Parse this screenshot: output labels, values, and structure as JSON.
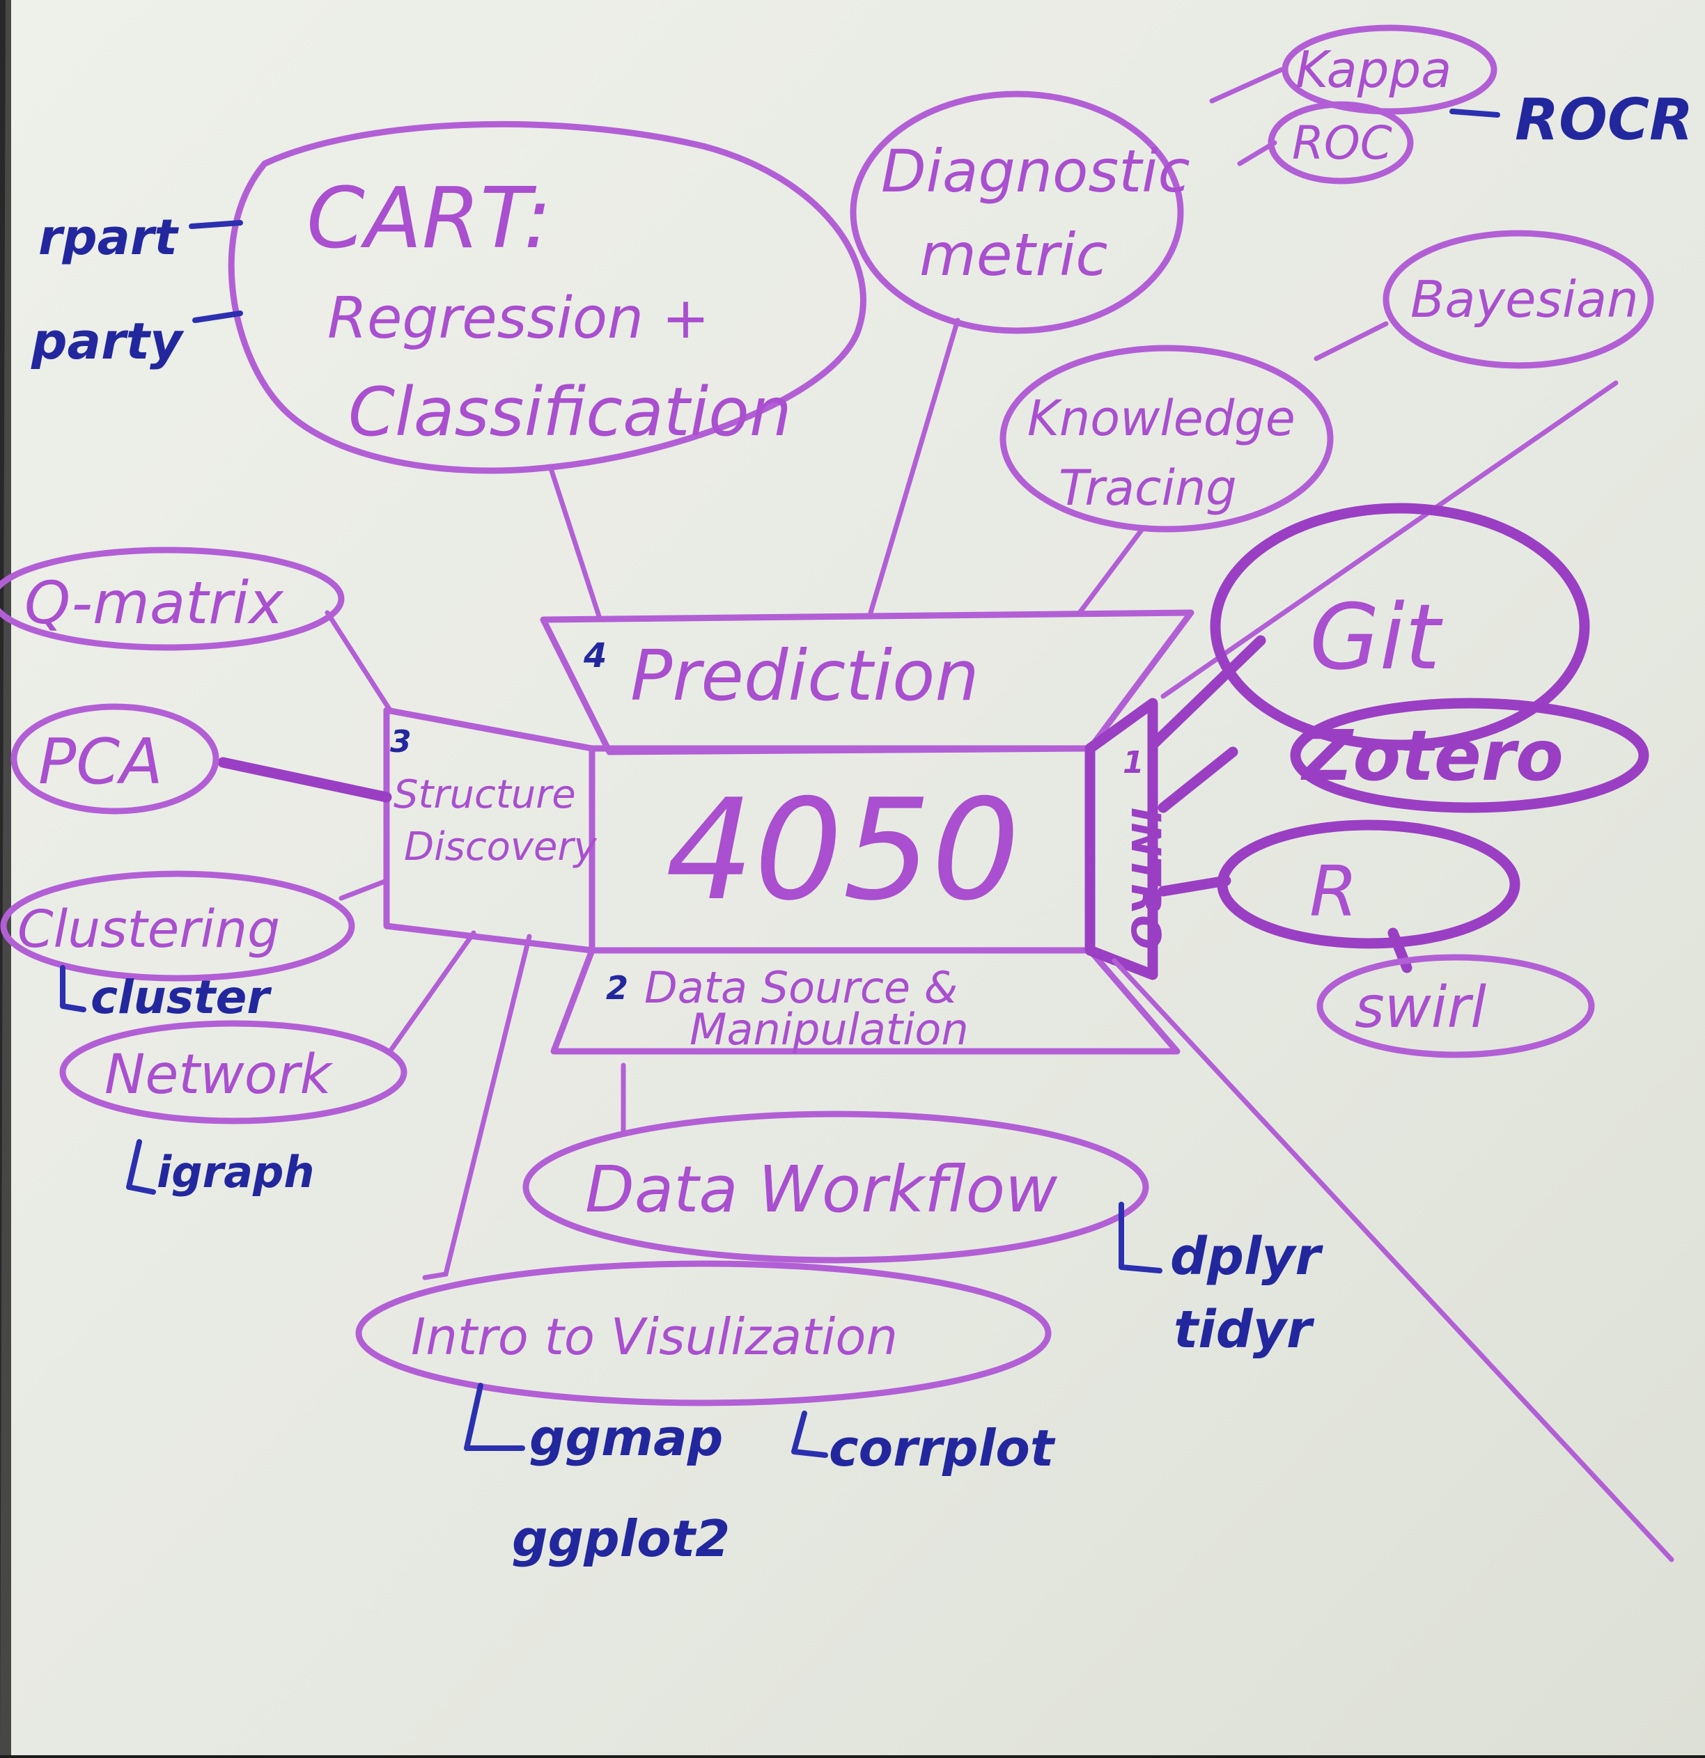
{
  "center": "4050",
  "sections": {
    "prediction": {
      "num": "4",
      "label": "Prediction"
    },
    "structure": {
      "num": "3",
      "line1": "Structure",
      "line2": "Discovery"
    },
    "data_source": {
      "num": "2",
      "line1": "Data Source &",
      "line2": "Manipulation"
    },
    "intro": {
      "num": "1",
      "label": "INTRO"
    }
  },
  "nodes": {
    "cart": {
      "line1": "CART:",
      "line2": "Regression +",
      "line3": "Classification"
    },
    "diagnostic": {
      "line1": "Diagnostic",
      "line2": "metric"
    },
    "kappa": "Kappa",
    "roc": "ROC",
    "bayesian": "Bayesian",
    "knowledge": {
      "line1": "Knowledge",
      "line2": "Tracing"
    },
    "git": "Git",
    "zotero": "Zotero",
    "r": "R",
    "swirl": "swirl",
    "qmatrix": "Q-matrix",
    "pca": "PCA",
    "clustering": "Clustering",
    "network": "Network",
    "data_workflow": "Data Workflow",
    "intro_vis": "Intro to Visulization"
  },
  "packages": {
    "rpart": "rpart",
    "party": "party",
    "rocr": "ROCR",
    "cluster": "cluster",
    "igraph": "igraph",
    "dplyr": "dplyr",
    "tidyr": "tidyr",
    "ggmap": "ggmap",
    "ggplot2": "ggplot2",
    "corrplot": "corrplot"
  },
  "colors": {
    "paper": "#e9ebe4",
    "marker_purple": "#b25fd6",
    "marker_purple_dark": "#9a3fc4",
    "marker_blue": "#23279e"
  }
}
